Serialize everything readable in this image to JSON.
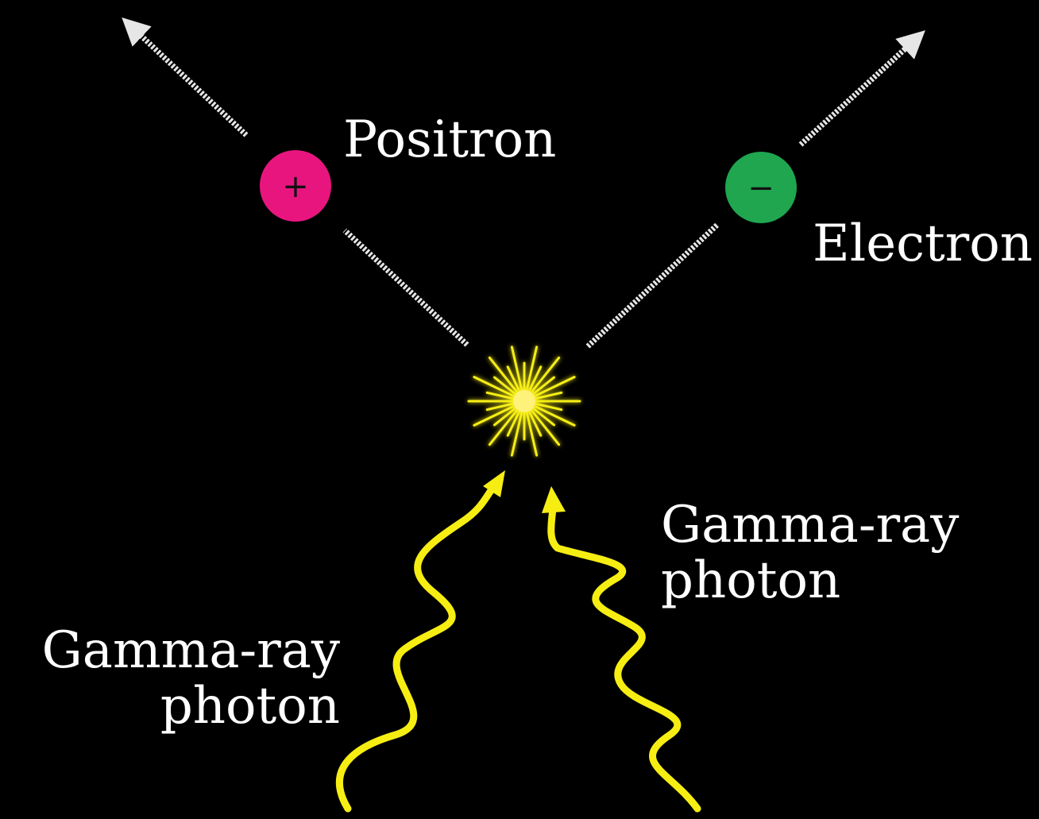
{
  "diagram": {
    "background_color": "#000000",
    "labels": {
      "positron": "Positron",
      "electron": "Electron",
      "photon_right_line1": "Gamma-ray",
      "photon_right_line2": "photon",
      "photon_left_line1": "Gamma-ray",
      "photon_left_line2": "photon"
    },
    "particles": {
      "positron": {
        "sign": "+",
        "color": "#e8157f"
      },
      "electron": {
        "sign": "−",
        "color": "#1fa64f"
      }
    },
    "photon_color": "#f6ee12",
    "track_color": "#e6e6e6"
  }
}
